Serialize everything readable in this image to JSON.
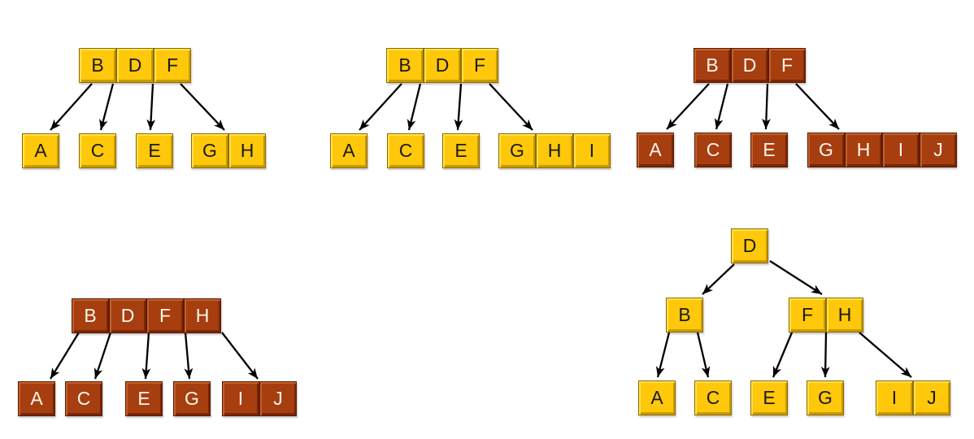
{
  "colors": {
    "background": "#FFFFFF",
    "arrow": "#000000",
    "yellow_fill": "#FFC80A",
    "yellow_hilite": "#FFE34D",
    "yellow_shade": "#C89B00",
    "yellow_border": "#8F6B00",
    "yellow_text": "#1A1A1A",
    "brown_fill": "#A63E10",
    "brown_hilite": "#C4602A",
    "brown_shade": "#7C2505",
    "brown_border": "#571B03",
    "brown_text": "#FFF6EC"
  },
  "trees": [
    {
      "name": "tree-1",
      "palette": "yellow",
      "root": {
        "cells": [
          "B",
          "D",
          "F"
        ]
      },
      "leaves": [
        {
          "cells": [
            "A"
          ]
        },
        {
          "cells": [
            "C"
          ]
        },
        {
          "cells": [
            "E"
          ]
        },
        {
          "cells": [
            "G",
            "H"
          ]
        }
      ],
      "edges": [
        "root->A",
        "root->C",
        "root->E",
        "root->GH"
      ]
    },
    {
      "name": "tree-2",
      "palette": "yellow",
      "root": {
        "cells": [
          "B",
          "D",
          "F"
        ]
      },
      "leaves": [
        {
          "cells": [
            "A"
          ]
        },
        {
          "cells": [
            "C"
          ]
        },
        {
          "cells": [
            "E"
          ]
        },
        {
          "cells": [
            "G",
            "H",
            "I"
          ]
        }
      ],
      "edges": [
        "root->A",
        "root->C",
        "root->E",
        "root->GHI"
      ]
    },
    {
      "name": "tree-3",
      "palette": "brown",
      "root": {
        "cells": [
          "B",
          "D",
          "F"
        ]
      },
      "leaves": [
        {
          "cells": [
            "A"
          ]
        },
        {
          "cells": [
            "C"
          ]
        },
        {
          "cells": [
            "E"
          ]
        },
        {
          "cells": [
            "G",
            "H",
            "I",
            "J"
          ]
        }
      ],
      "edges": [
        "root->A",
        "root->C",
        "root->E",
        "root->GHIJ"
      ]
    },
    {
      "name": "tree-4",
      "palette": "brown",
      "root": {
        "cells": [
          "B",
          "D",
          "F",
          "H"
        ]
      },
      "leaves": [
        {
          "cells": [
            "A"
          ]
        },
        {
          "cells": [
            "C"
          ]
        },
        {
          "cells": [
            "E"
          ]
        },
        {
          "cells": [
            "G"
          ]
        },
        {
          "cells": [
            "I",
            "J"
          ]
        }
      ],
      "edges": [
        "root->A",
        "root->C",
        "root->E",
        "root->G",
        "root->IJ"
      ]
    },
    {
      "name": "tree-5",
      "palette": "yellow",
      "root": {
        "cells": [
          "D"
        ]
      },
      "internal": [
        {
          "cells": [
            "B"
          ]
        },
        {
          "cells": [
            "F",
            "H"
          ]
        }
      ],
      "leaves": [
        {
          "cells": [
            "A"
          ]
        },
        {
          "cells": [
            "C"
          ]
        },
        {
          "cells": [
            "E"
          ]
        },
        {
          "cells": [
            "G"
          ]
        },
        {
          "cells": [
            "I",
            "J"
          ]
        }
      ],
      "edges": [
        "D->B",
        "D->FH",
        "B->A",
        "B->C",
        "F->E",
        "FH->G",
        "H->IJ"
      ]
    }
  ]
}
